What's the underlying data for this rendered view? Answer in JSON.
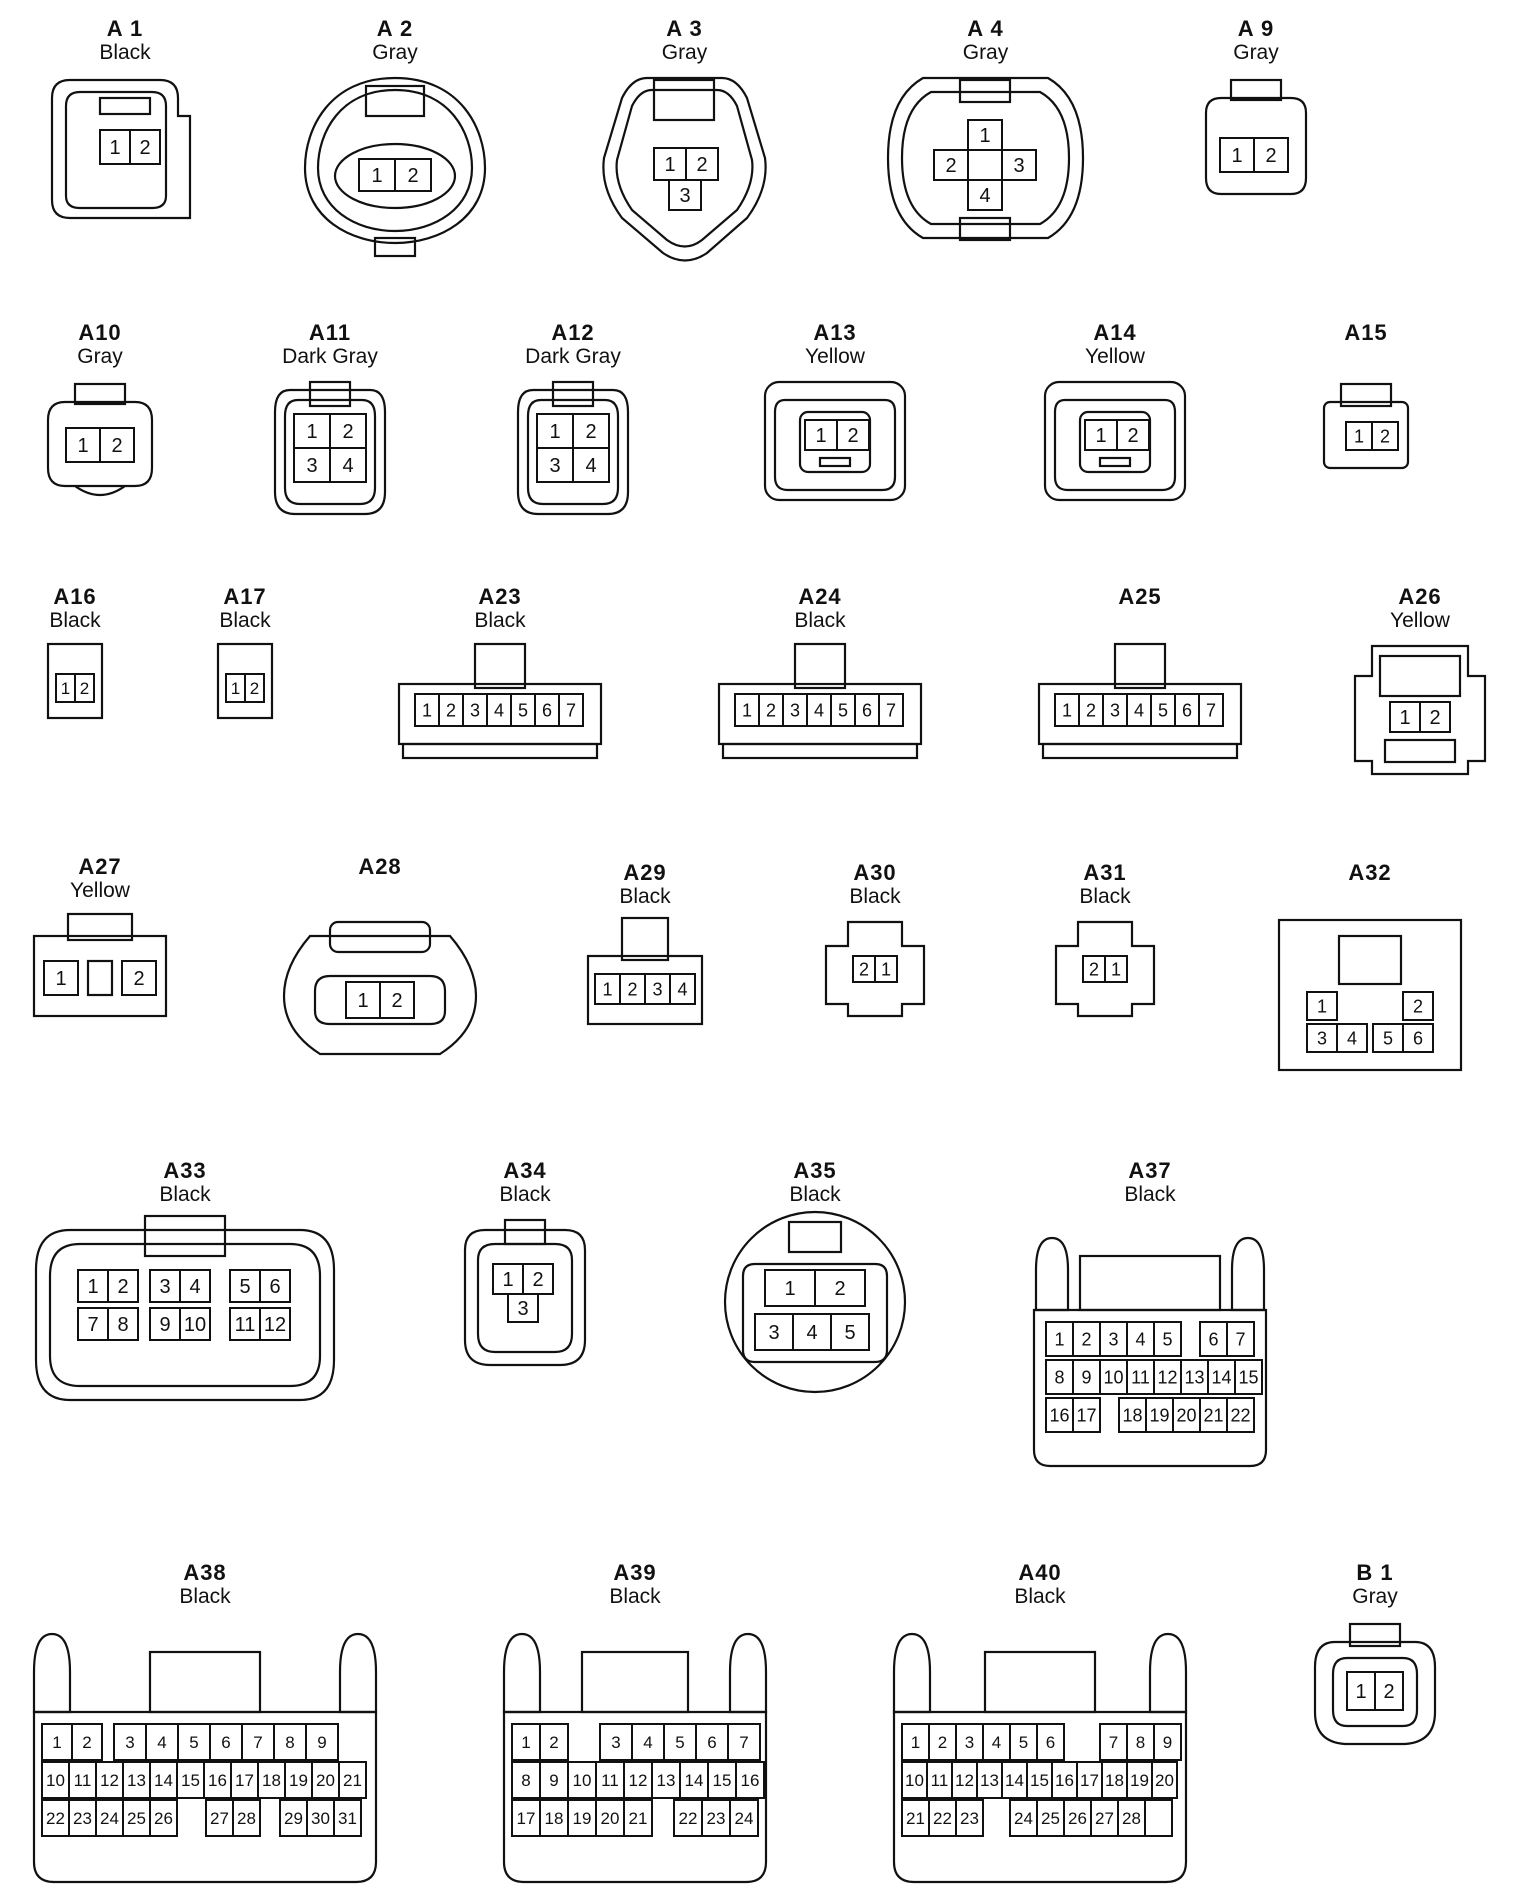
{
  "connectors": [
    {
      "id": "A 1",
      "color": "Black",
      "pins": [
        "1",
        "2"
      ]
    },
    {
      "id": "A 2",
      "color": "Gray",
      "pins": [
        "1",
        "2"
      ]
    },
    {
      "id": "A 3",
      "color": "Gray",
      "pins": [
        "1",
        "2",
        "3"
      ]
    },
    {
      "id": "A 4",
      "color": "Gray",
      "pins": [
        "1",
        "2",
        "3",
        "4"
      ]
    },
    {
      "id": "A 9",
      "color": "Gray",
      "pins": [
        "1",
        "2"
      ]
    },
    {
      "id": "A10",
      "color": "Gray",
      "pins": [
        "1",
        "2"
      ]
    },
    {
      "id": "A11",
      "color": "Dark Gray",
      "pins": [
        "1",
        "2",
        "3",
        "4"
      ]
    },
    {
      "id": "A12",
      "color": "Dark Gray",
      "pins": [
        "1",
        "2",
        "3",
        "4"
      ]
    },
    {
      "id": "A13",
      "color": "Yellow",
      "pins": [
        "1",
        "2"
      ]
    },
    {
      "id": "A14",
      "color": "Yellow",
      "pins": [
        "1",
        "2"
      ]
    },
    {
      "id": "A15",
      "color": "",
      "pins": [
        "1",
        "2"
      ]
    },
    {
      "id": "A16",
      "color": "Black",
      "pins": [
        "1",
        "2"
      ]
    },
    {
      "id": "A17",
      "color": "Black",
      "pins": [
        "1",
        "2"
      ]
    },
    {
      "id": "A23",
      "color": "Black",
      "pins": [
        "1",
        "2",
        "3",
        "4",
        "5",
        "6",
        "7"
      ]
    },
    {
      "id": "A24",
      "color": "Black",
      "pins": [
        "1",
        "2",
        "3",
        "4",
        "5",
        "6",
        "7"
      ]
    },
    {
      "id": "A25",
      "color": "",
      "pins": [
        "1",
        "2",
        "3",
        "4",
        "5",
        "6",
        "7"
      ]
    },
    {
      "id": "A26",
      "color": "Yellow",
      "pins": [
        "1",
        "2"
      ]
    },
    {
      "id": "A27",
      "color": "Yellow",
      "pins": [
        "1",
        "2"
      ]
    },
    {
      "id": "A28",
      "color": "",
      "pins": [
        "1",
        "2"
      ]
    },
    {
      "id": "A29",
      "color": "Black",
      "pins": [
        "1",
        "2",
        "3",
        "4"
      ]
    },
    {
      "id": "A30",
      "color": "Black",
      "pins": [
        "2",
        "1"
      ]
    },
    {
      "id": "A31",
      "color": "Black",
      "pins": [
        "2",
        "1"
      ]
    },
    {
      "id": "A32",
      "color": "",
      "pins": [
        "1",
        "2",
        "3",
        "4",
        "5",
        "6"
      ]
    },
    {
      "id": "A33",
      "color": "Black",
      "pins": [
        "1",
        "2",
        "3",
        "4",
        "5",
        "6",
        "7",
        "8",
        "9",
        "10",
        "11",
        "12"
      ]
    },
    {
      "id": "A34",
      "color": "Black",
      "pins": [
        "1",
        "2",
        "3"
      ]
    },
    {
      "id": "A35",
      "color": "Black",
      "pins": [
        "1",
        "2",
        "3",
        "4",
        "5"
      ]
    },
    {
      "id": "A37",
      "color": "Black",
      "pins": [
        "1",
        "2",
        "3",
        "4",
        "5",
        "6",
        "7",
        "8",
        "9",
        "10",
        "11",
        "12",
        "13",
        "14",
        "15",
        "16",
        "17",
        "18",
        "19",
        "20",
        "21",
        "22"
      ]
    },
    {
      "id": "A38",
      "color": "Black",
      "pins": [
        "1",
        "2",
        "3",
        "4",
        "5",
        "6",
        "7",
        "8",
        "9",
        "10",
        "11",
        "12",
        "13",
        "14",
        "15",
        "16",
        "17",
        "18",
        "19",
        "20",
        "21",
        "22",
        "23",
        "24",
        "25",
        "26",
        "27",
        "28",
        "29",
        "30",
        "31"
      ]
    },
    {
      "id": "A39",
      "color": "Black",
      "pins": [
        "1",
        "2",
        "3",
        "4",
        "5",
        "6",
        "7",
        "8",
        "9",
        "10",
        "11",
        "12",
        "13",
        "14",
        "15",
        "16",
        "17",
        "18",
        "19",
        "20",
        "21",
        "22",
        "23",
        "24"
      ]
    },
    {
      "id": "A40",
      "color": "Black",
      "pins": [
        "1",
        "2",
        "3",
        "4",
        "5",
        "6",
        "7",
        "8",
        "9",
        "10",
        "11",
        "12",
        "13",
        "14",
        "15",
        "16",
        "17",
        "18",
        "19",
        "20",
        "21",
        "22",
        "23",
        "24",
        "25",
        "26",
        "27",
        "28"
      ]
    },
    {
      "id": "B 1",
      "color": "Gray",
      "pins": [
        "1",
        "2"
      ]
    }
  ]
}
